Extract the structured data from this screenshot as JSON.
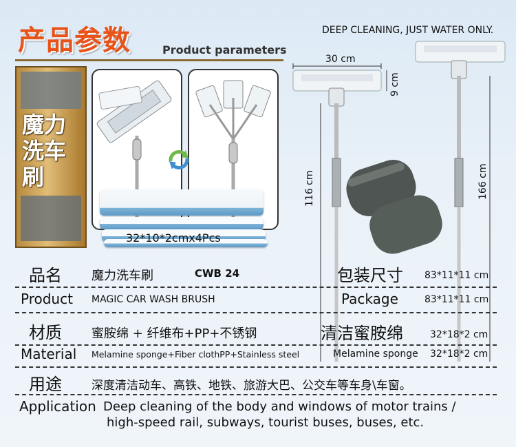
{
  "header": {
    "title_cn": "产品参数",
    "title_en": "Product parameters",
    "slogan": "DEEP CLEANING, JUST WATER ONLY."
  },
  "package_box": {
    "title": "魔力洗车刷"
  },
  "illustration": {
    "sponge_pack_label": "32*10*2cmx4Pcs",
    "dim_width": "30 cm",
    "dim_head": "9 cm",
    "dim_short": "116 cm",
    "dim_long": "166 cm"
  },
  "specs": {
    "name_label_cn": "品名",
    "name_label_en": "Product",
    "name_value_cn": "魔力洗车刷",
    "model": "CWB 24",
    "name_value_en": "MAGIC CAR WASH BRUSH",
    "package_label_cn": "包装尺寸",
    "package_label_en": "Package",
    "package_size_1": "83*11*11 cm",
    "package_size_2": "83*11*11 cm",
    "material_label_cn": "材质",
    "material_label_en": "Material",
    "material_value_cn": "蜜胺绵 + 纤维布+PP+不锈钢",
    "material_value_en": "Melamine sponge+Fiber clothPP+Stainless steel",
    "sponge_label_cn": "清洁蜜胺绵",
    "sponge_label_en": "Melamine sponge",
    "sponge_size_1": "32*18*2 cm",
    "sponge_size_2": "32*18*2 cm",
    "usage_label_cn": "用途",
    "usage_label_en": "Application",
    "usage_value_cn": "深度清洁动车、高铁、地铁、旅游大巴、公交车等车身\\车窗。",
    "usage_value_en_1": "Deep cleaning of  the body and windows of motor trains /",
    "usage_value_en_2": "high-speed rail, subways, tourist buses, buses, etc."
  },
  "colors": {
    "title_accent": "#e8531a",
    "background": "#e6eff7"
  }
}
